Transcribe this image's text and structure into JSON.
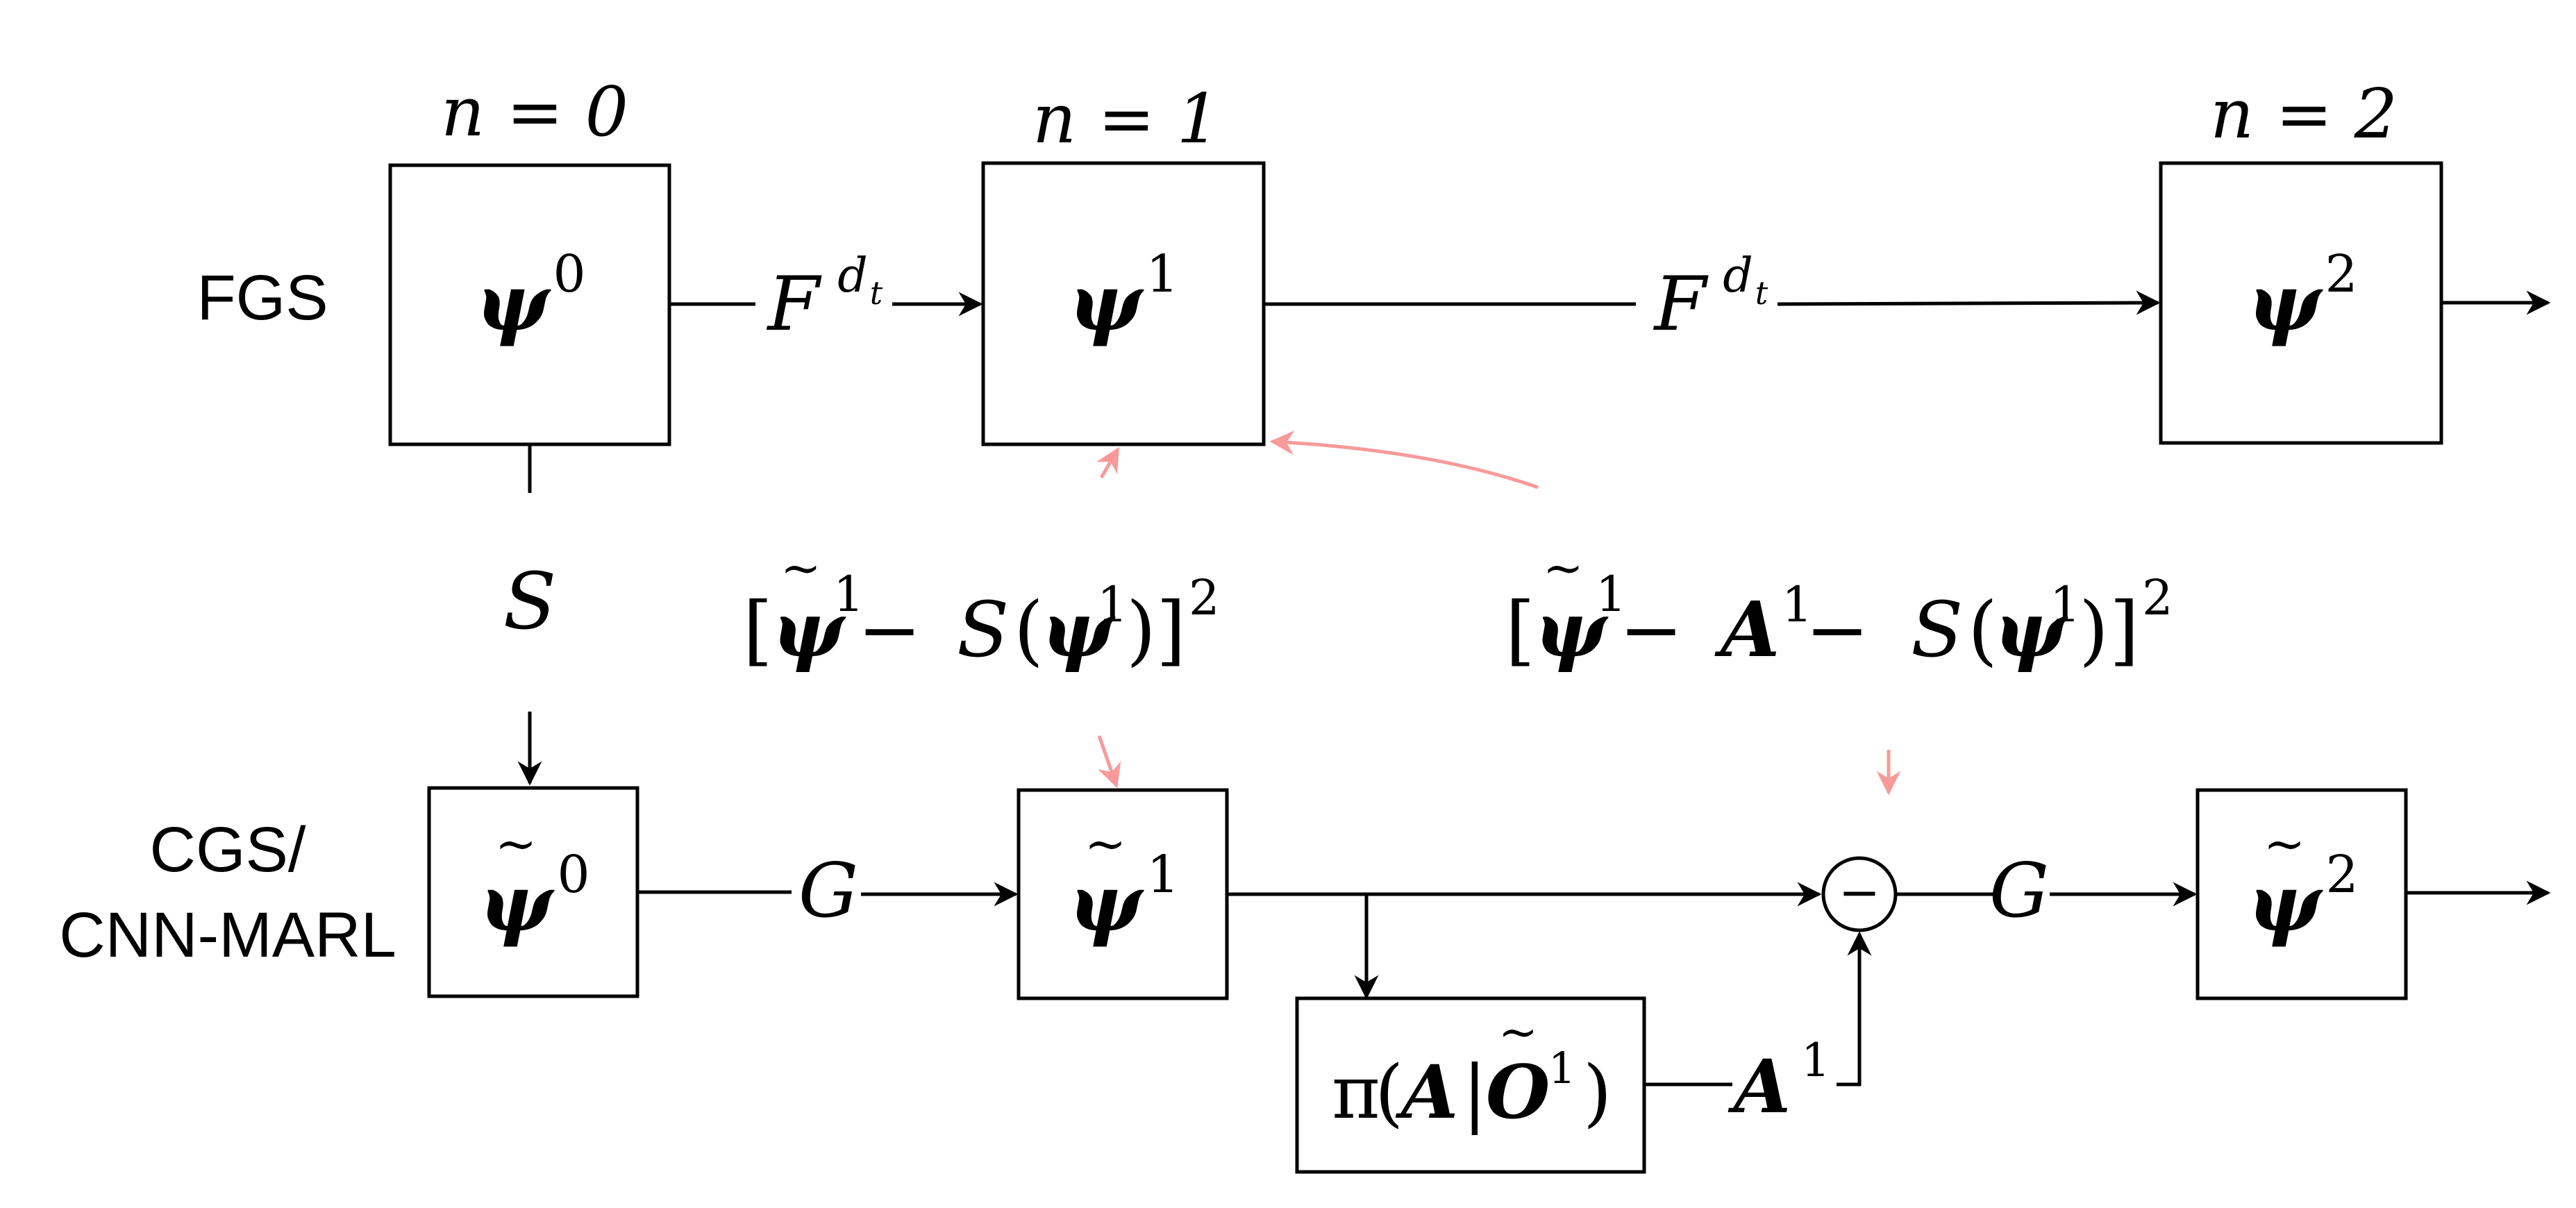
{
  "row_labels": {
    "fgs": "FGS",
    "cgs_line1": "CGS/",
    "cgs_line2": "CNN-MARL"
  },
  "steps": [
    {
      "label": "n = 0"
    },
    {
      "label": "n = 1"
    },
    {
      "label": "n = 2"
    }
  ],
  "fgs_nodes": [
    {
      "symbol": "ψ",
      "superscript": "0"
    },
    {
      "symbol": "ψ",
      "superscript": "1"
    },
    {
      "symbol": "ψ",
      "superscript": "2"
    }
  ],
  "cgs_nodes": [
    {
      "symbol": "ψ",
      "tilde": "~",
      "superscript": "0"
    },
    {
      "symbol": "ψ",
      "tilde": "~",
      "superscript": "1"
    },
    {
      "symbol": "ψ",
      "tilde": "~",
      "superscript": "2"
    }
  ],
  "operators": {
    "fine_step": {
      "symbol": "F",
      "superscript": "d",
      "subscript": "t"
    },
    "coarse_step": "G",
    "restriction": "S",
    "minus": "−"
  },
  "loss_terms": {
    "loss_one": {
      "open": "[",
      "psi": "ψ",
      "tilde": "~",
      "psi_sup": "1",
      "minus": " − ",
      "s": "S",
      "paren_open": "(",
      "inner_psi": "ψ",
      "inner_sup": "1",
      "paren_close": ")",
      "close": "]",
      "power": "2"
    },
    "loss_two": {
      "open": "[",
      "psi": "ψ",
      "tilde": "~",
      "psi_sup": "1",
      "minus1": " − ",
      "a": "A",
      "a_sup": "1",
      "minus2": " − ",
      "s": "S",
      "paren_open": "(",
      "inner_psi": "ψ",
      "inner_sup": "1",
      "paren_close": ")",
      "close": "]",
      "power": "2"
    }
  },
  "policy": {
    "pi": "π",
    "open": "(",
    "a": "A",
    "bar": "|",
    "o": "O",
    "tilde": "~",
    "o_sup": "1",
    "close": ")"
  },
  "action": {
    "symbol": "A",
    "superscript": "1"
  },
  "colors": {
    "lines": "#000000",
    "loss_arrows": "#f89a9a",
    "background": "#ffffff"
  }
}
